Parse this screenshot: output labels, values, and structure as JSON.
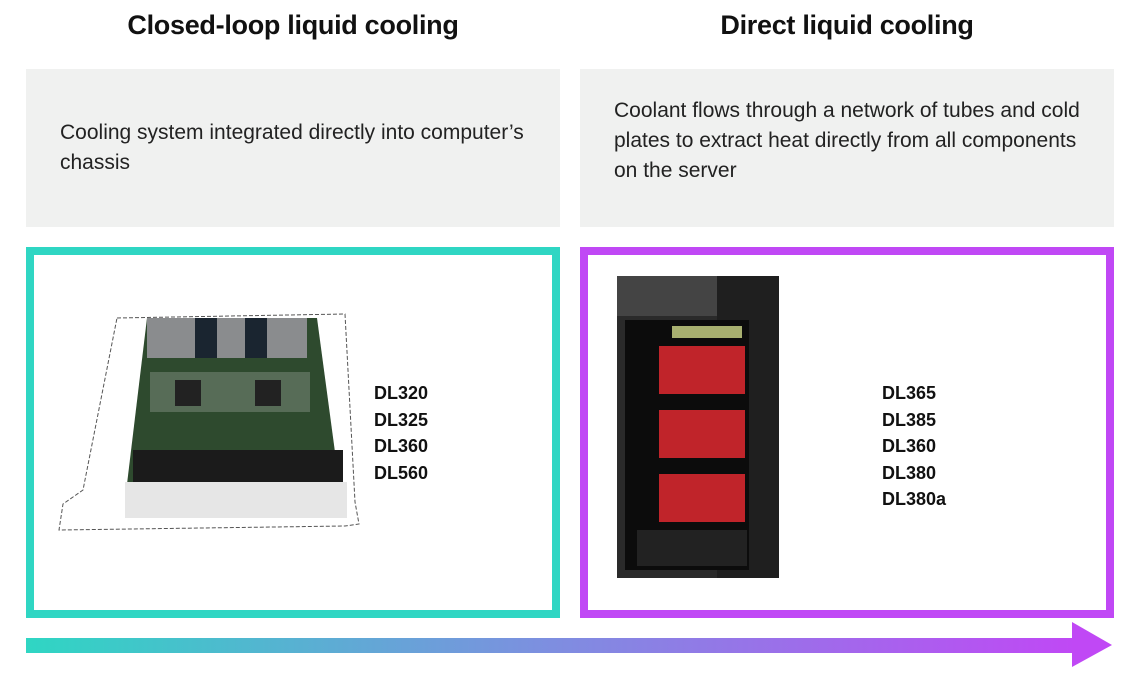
{
  "colors": {
    "teal": "#2fd6c3",
    "purple": "#c048f5",
    "panel_bg": "#f0f1f0"
  },
  "left": {
    "title": "Closed-loop liquid cooling",
    "description": "Cooling system integrated directly into computer’s chassis",
    "image": "server-chassis-image",
    "models": [
      "DL320",
      "DL325",
      "DL360",
      "DL560"
    ]
  },
  "right": {
    "title": "Direct liquid cooling",
    "description": "Coolant flows through a network of tubes and cold plates to extract heat directly from all components on the server",
    "image": "server-rack-image",
    "models": [
      "DL365",
      "DL385",
      "DL360",
      "DL380",
      "DL380a"
    ]
  },
  "arrow": "gradient-progress-arrow"
}
